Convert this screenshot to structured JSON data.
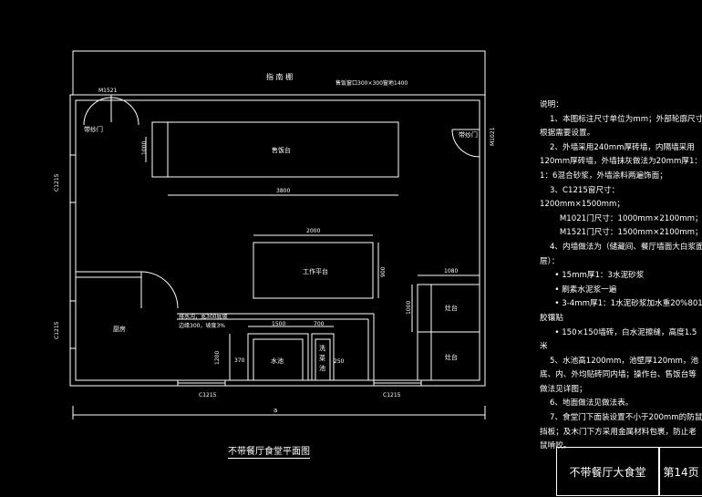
{
  "labels": {
    "corridor": "指 南 棚",
    "window_note": "售饭窗口300×300窗地1400",
    "door_m1521": "M1521",
    "door_m1021": "M1021",
    "screen_door_left": "带纱门",
    "screen_door_right": "带纱门",
    "serving_counter": "售饭台",
    "dim_1000": "1000",
    "dim_3800": "3800",
    "dim_2000": "2000",
    "work_table": "工作平台",
    "dim_900": "900",
    "dim_1080": "1080",
    "stove_top": "灶台",
    "stove_bottom": "灶台",
    "dim_1000_right": "1000",
    "kitchen": "厨房",
    "drain_note_1": "排水沟，宽300底坡",
    "drain_note_2": "边缘300，坡度3%",
    "dim_1500": "1500",
    "dim_700": "700",
    "dim_1200": "1200",
    "dim_370": "370",
    "sink": "水池",
    "veg_wash_1": "洗",
    "veg_wash_2": "菜",
    "veg_wash_3": "池",
    "dim_250": "250",
    "window_c1215_left_top": "C1215",
    "window_c1215_left_bottom": "C1215",
    "window_c1215_bottom_left": "C1215",
    "window_c1215_bottom_right": "C1215",
    "dim_a": "a",
    "plan_title": "不带餐厅食堂平面图"
  },
  "notes": [
    "说明：",
    "    1、本图标注尺寸单位为mm；外部轮廓尺寸根据需要设置。",
    "    2、外墙采用240mm厚砖墙，内隔墙采用120mm厚砖墙，外墙抹灰做法为20mm厚1：1：6混合砂浆，外墙涂料两遍饰面；",
    "    3、C1215窗尺寸：1200mm×1500mm；",
    "        M1021门尺寸：1000mm×2100mm；",
    "        M1521门尺寸：1500mm×2100mm；",
    "    4、内墙做法为（储藏间、餐厅墙面大白浆面层）：",
    "      • 15mm厚1：3水泥砂浆",
    "      • 刷素水泥浆一遍",
    "      • 3-4mm厚1：1水泥砂浆加水重20%801胶镶贴",
    "      • 150×150墙砖，白水泥擦缝，高度1.5米",
    "    5、水池高1200mm，池壁厚120mm，池底、内、外均贴砖同内墙；操作台、售饭台等做法见详图；",
    "    6、地面做法见做法表。",
    "    7、食堂门下面装设置不小于200mm的防鼠挡板；及木门下方采用金属材料包裹，防止老鼠啃咬。"
  ],
  "title_block": {
    "drawing_name": "不带餐厅大食堂",
    "page": "第14页"
  }
}
